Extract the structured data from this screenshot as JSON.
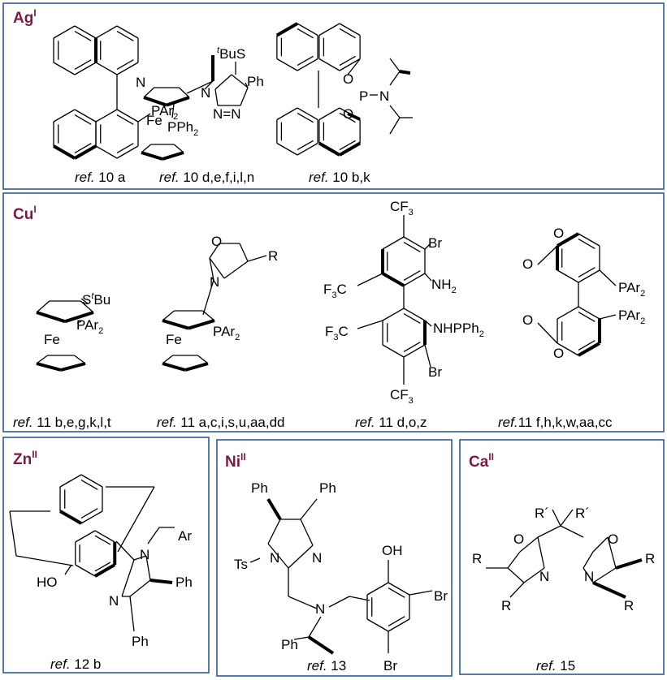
{
  "panels": {
    "ag": {
      "metal": "Ag",
      "ox": "I",
      "refs": [
        {
          "prefix": "ref.",
          "text": " 10 a"
        },
        {
          "prefix": "ref.",
          "text": " 10 d,e,f,i,l,n"
        },
        {
          "prefix": "ref.",
          "text": " 10 b,k"
        }
      ],
      "atoms": {
        "n1": "N",
        "par2": "PAr",
        "sub2": "2",
        "tbu_t": "t",
        "tbus": "BuS",
        "ph": "Ph",
        "fe": "Fe",
        "pph2": "PPh",
        "n_a": "N",
        "nn": "N=N",
        "o1": "O",
        "p": "P",
        "n_p": "N",
        "o2": "O"
      }
    },
    "cu": {
      "metal": "Cu",
      "ox": "I",
      "refs": [
        {
          "prefix": "ref.",
          "text": " 11 b,e,g,k,l,t"
        },
        {
          "prefix": "ref.",
          "text": " 11 a,c,i,s,u,aa,dd"
        },
        {
          "prefix": "ref.",
          "text": " 11 d,o,z"
        },
        {
          "prefix": "ref.",
          "text": "11 f,h,k,w,aa,cc"
        }
      ],
      "atoms": {
        "s_t": "t",
        "sbu": "S",
        "bu": "Bu",
        "par2": "PAr",
        "sub2": "2",
        "fe": "Fe",
        "o": "O",
        "n": "N",
        "r": "R",
        "cf3": "CF",
        "sub3": "3",
        "br": "Br",
        "nh2": "NH",
        "f3c": "F",
        "c": "C",
        "nhpph2": "NHPPh"
      }
    },
    "zn": {
      "metal": "Zn",
      "ox": "II",
      "ref": {
        "prefix": "ref.",
        "text": " 12 b"
      },
      "atoms": {
        "ar": "Ar",
        "n": "N",
        "ho": "HO",
        "ph": "Ph"
      }
    },
    "ni": {
      "metal": "Ni",
      "ox": "II",
      "ref": {
        "prefix": "ref.",
        "text": " 13"
      },
      "atoms": {
        "ph": "Ph",
        "ts": "Ts",
        "n": "N",
        "oh": "OH",
        "br": "Br"
      }
    },
    "ca": {
      "metal": "Ca",
      "ox": "II",
      "ref": {
        "prefix": "ref.",
        "text": " 15"
      },
      "atoms": {
        "rp": "R´",
        "o": "O",
        "n": "N",
        "r": "R"
      }
    }
  },
  "colors": {
    "border": "#2f5a96",
    "metal": "#7b1a48"
  }
}
